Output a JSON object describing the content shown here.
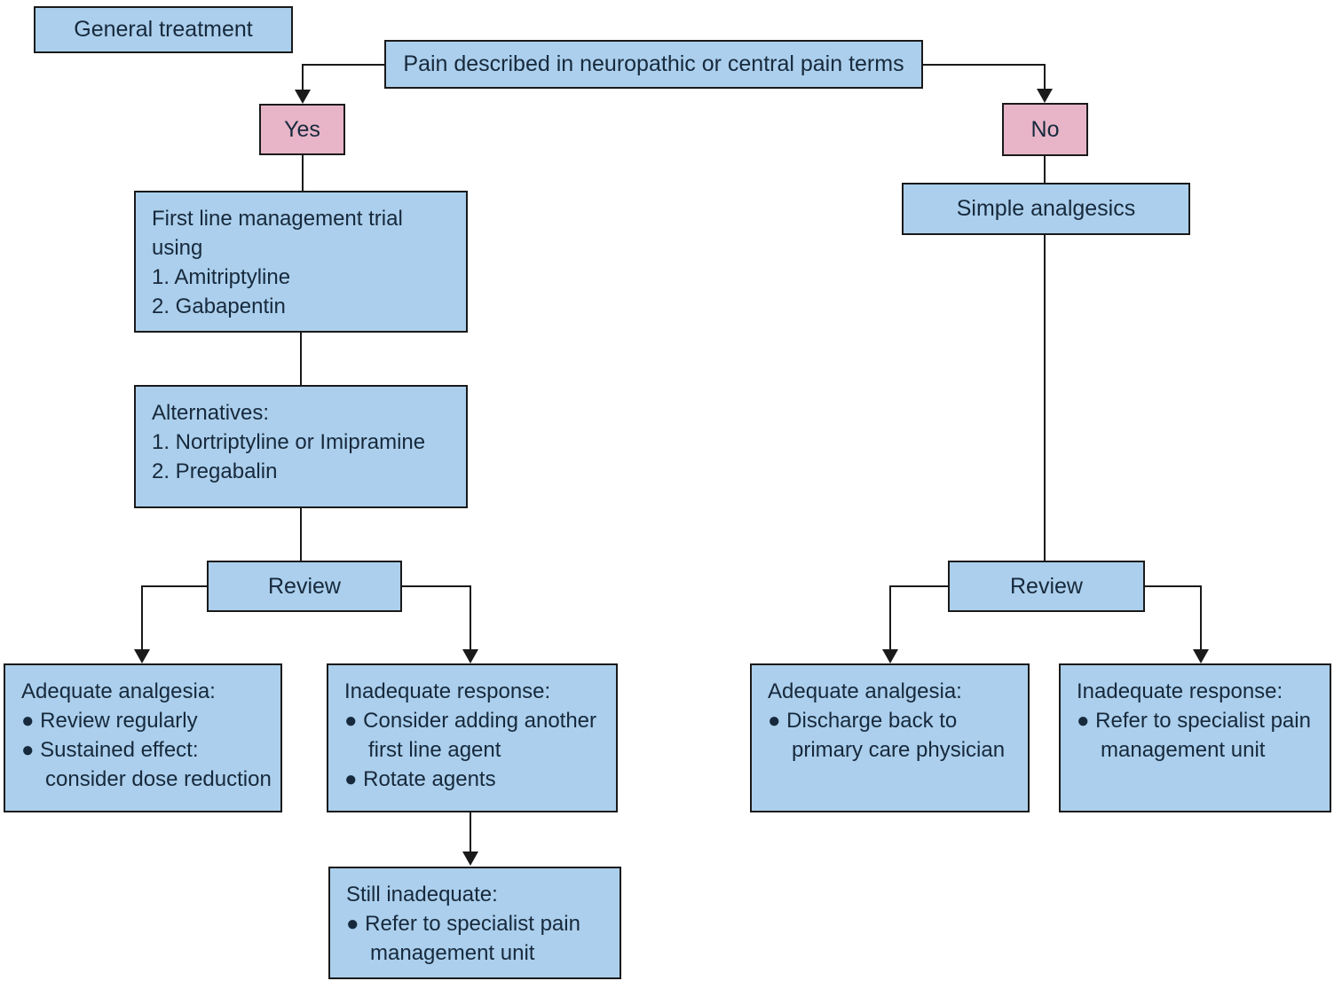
{
  "colors": {
    "node_blue": "#abcfec",
    "node_pink": "#e7b4c8",
    "border": "#1a1a1a",
    "text": "#17293c",
    "line": "#1a1a1a",
    "background": "#ffffff"
  },
  "diagram": {
    "title": "General treatment",
    "type": "flowchart"
  },
  "nodes": {
    "general_treatment": {
      "label": "General treatment"
    },
    "pain_question": {
      "label": "Pain described in neuropathic or central pain terms"
    },
    "yes": {
      "label": "Yes"
    },
    "no": {
      "label": "No"
    },
    "first_line": {
      "lines": [
        "First line management trial",
        "using",
        "1. Amitriptyline",
        "2. Gabapentin"
      ]
    },
    "alternatives": {
      "lines": [
        "Alternatives:",
        "1. Nortriptyline or Imipramine",
        "2. Pregabalin"
      ]
    },
    "review_left": {
      "label": "Review"
    },
    "adequate_left": {
      "lines": [
        "Adequate analgesia:",
        "● Review regularly",
        "● Sustained effect:",
        "consider dose reduction"
      ]
    },
    "inadequate_left": {
      "lines": [
        "Inadequate response:",
        "● Consider adding another",
        "first line agent",
        "● Rotate agents"
      ]
    },
    "still_inadequate": {
      "lines": [
        "Still inadequate:",
        "● Refer to specialist pain",
        "management unit"
      ]
    },
    "simple_analgesics": {
      "label": "Simple analgesics"
    },
    "review_right": {
      "label": "Review"
    },
    "adequate_right": {
      "lines": [
        "Adequate analgesia:",
        "● Discharge back to",
        "primary care physician"
      ]
    },
    "inadequate_right": {
      "lines": [
        "Inadequate response:",
        "● Refer to specialist pain",
        "management unit"
      ]
    }
  }
}
